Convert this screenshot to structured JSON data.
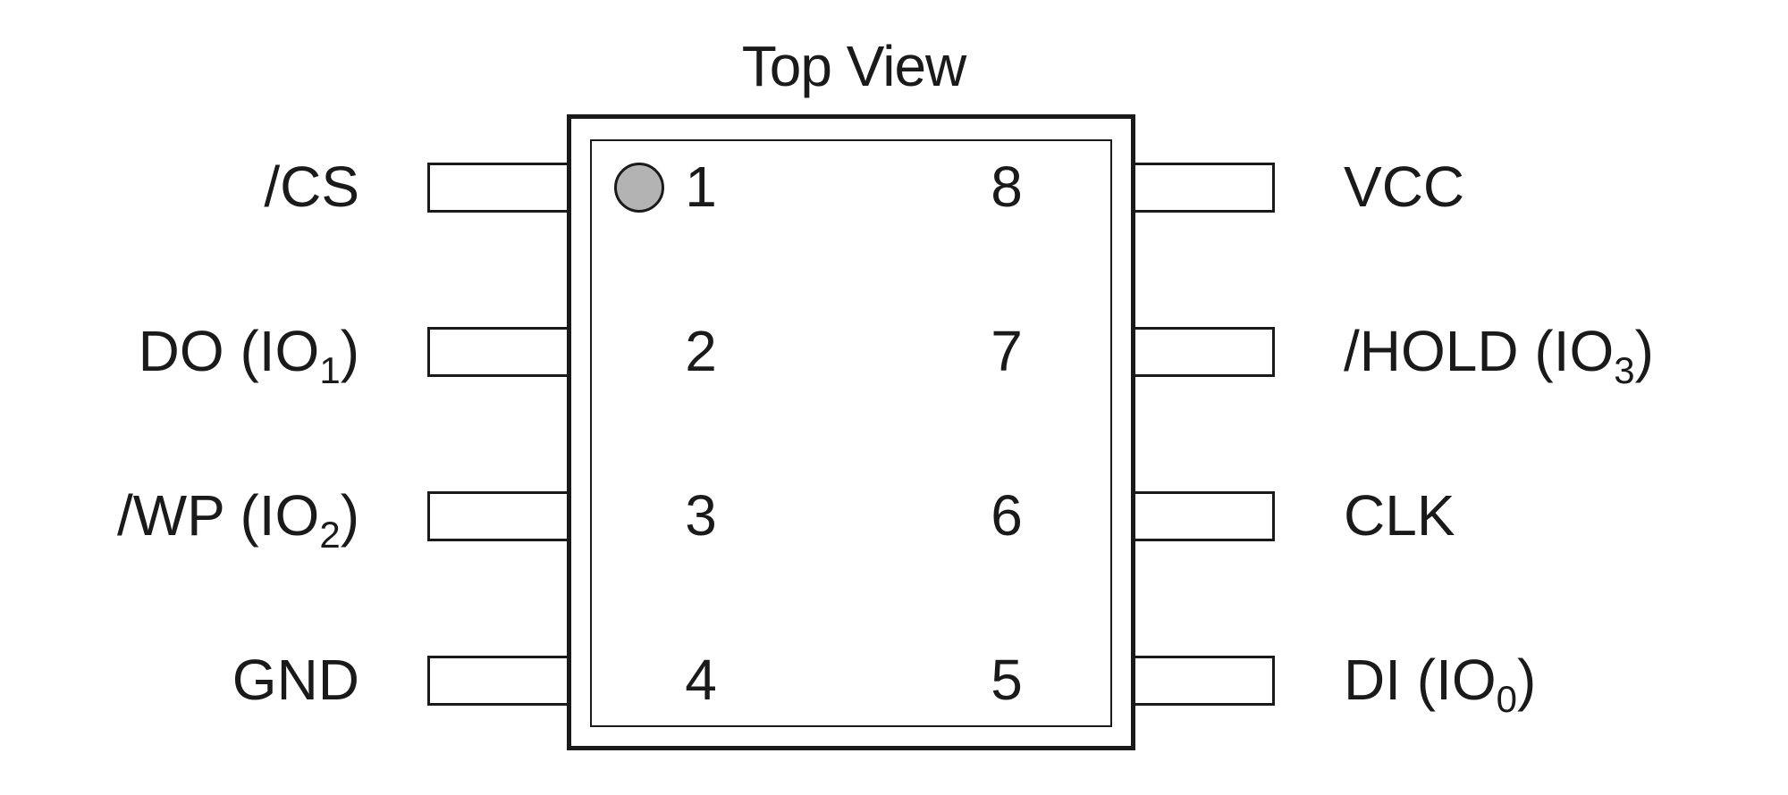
{
  "title": "Top View",
  "left_pins": [
    {
      "number": "1",
      "name": "/CS",
      "sub": "",
      "close": ""
    },
    {
      "number": "2",
      "name": "DO (IO",
      "sub": "1",
      "close": ")"
    },
    {
      "number": "3",
      "name": "/WP (IO",
      "sub": "2",
      "close": ")"
    },
    {
      "number": "4",
      "name": "GND",
      "sub": "",
      "close": ""
    }
  ],
  "right_pins": [
    {
      "number": "8",
      "name": "VCC",
      "sub": "",
      "close": ""
    },
    {
      "number": "7",
      "name": "/HOLD (IO",
      "sub": "3",
      "close": ")"
    },
    {
      "number": "6",
      "name": "CLK",
      "sub": "",
      "close": ""
    },
    {
      "number": "5",
      "name": "DI (IO",
      "sub": "0",
      "close": ")"
    }
  ],
  "colors": {
    "outline": "#1a1a1a",
    "pin1_marker": "#b3b3b3",
    "background": "#ffffff"
  }
}
